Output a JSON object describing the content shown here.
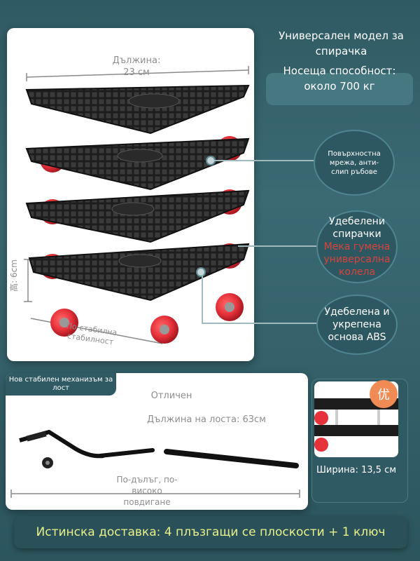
{
  "header": {
    "title": "Универсален модел за спирачка",
    "capacity": "Носеща способност: около 700 кг"
  },
  "main_image": {
    "length_label": "Дължина:",
    "length_value": "23 см",
    "height_label": "高: 6cm",
    "stability_label": "По-стабилна стабилност"
  },
  "features": [
    {
      "text": "Повърхностна мрежа, анти-слип ръбове",
      "icon": "mesh-icon"
    },
    {
      "title": "Удебелени спирачки",
      "subtitle": "Мека гумена универсална колела",
      "icon": "wheel-icon"
    },
    {
      "text": "Удебелена и укрепена основа ABS",
      "icon": "base-icon"
    }
  ],
  "lever": {
    "tag": "Нов стабилен механизъм за лост",
    "quality": "Отличен",
    "length": "Дължина на лоста: 63см",
    "benefit": "По-дълъг, по-високо повдигане"
  },
  "width_panel": {
    "label": "Ширина: 13,5 см",
    "badge": "优"
  },
  "footer": {
    "delivery": "Истинска доставка: 4 плъзгащи се плоскости + 1 ключ"
  },
  "colors": {
    "background": "#335f68",
    "wheel_red": "#e8323b",
    "platform_black": "#1b1b1b",
    "accent_yellow": "#e8f08a"
  }
}
